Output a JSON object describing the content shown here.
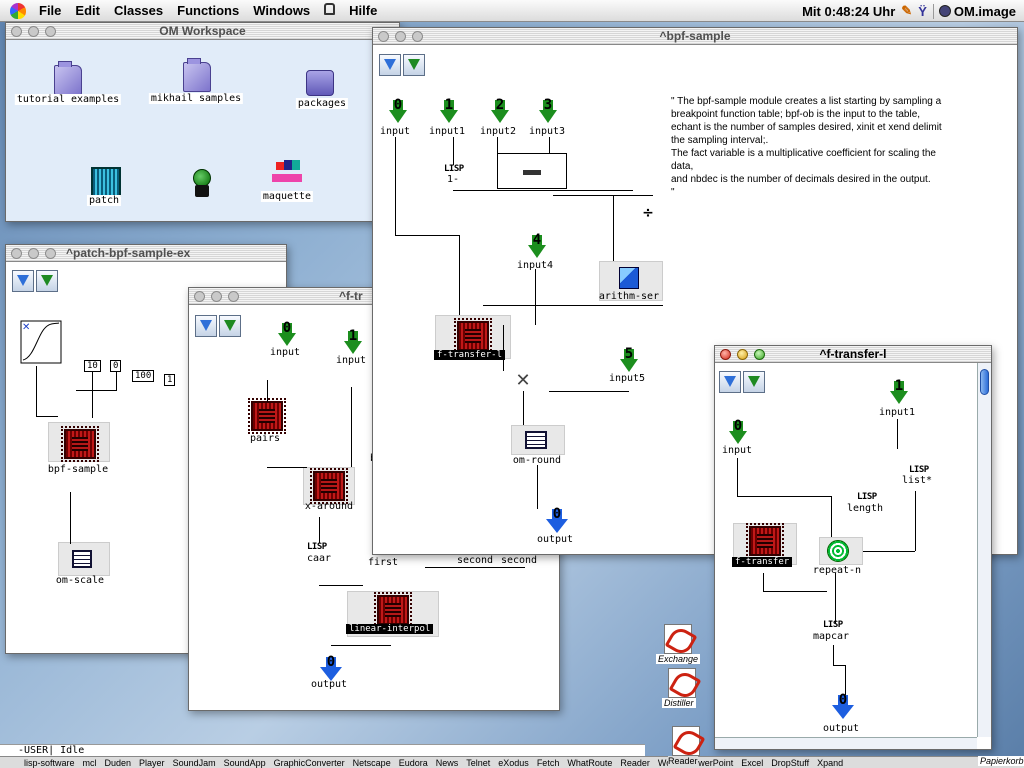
{
  "menubar": {
    "items": [
      "File",
      "Edit",
      "Classes",
      "Functions",
      "Windows",
      "Hilfe"
    ],
    "clock": "Mit 0:48:24 Uhr",
    "app_name": "OM.image"
  },
  "workspace": {
    "title": "OM Workspace",
    "icons": [
      {
        "label": "tutorial examples"
      },
      {
        "label": "mikhail samples"
      },
      {
        "label": "packages"
      },
      {
        "label": "patch"
      },
      {
        "label": "maquette"
      }
    ]
  },
  "patch_bpf": {
    "title": "^patch-bpf-sample-ex",
    "numboxes": [
      "10",
      "0",
      "100",
      "1"
    ],
    "bpf_label": "bpf-sample",
    "scale_label": "om-scale"
  },
  "ftr_mid": {
    "title": "^f-tr",
    "inputs": [
      {
        "num": "0",
        "label": "input"
      },
      {
        "num": "1",
        "label": "input"
      }
    ],
    "pairs": "pairs",
    "x_around": "x-around",
    "caar": "caar",
    "first": "first",
    "second1": "second",
    "second2": "second",
    "linear_interpol": "linear-interpol",
    "out_num": "0",
    "output": "output",
    "stray_b": "b"
  },
  "bpf_sample": {
    "title": "^bpf-sample",
    "inputs": [
      {
        "num": "0",
        "label": "input"
      },
      {
        "num": "1",
        "label": "input1"
      },
      {
        "num": "2",
        "label": "input2"
      },
      {
        "num": "3",
        "label": "input3"
      }
    ],
    "input4": {
      "num": "4",
      "label": "input4"
    },
    "input5": {
      "num": "5",
      "label": "input5"
    },
    "lisp_minus": "1-",
    "arithm": "arithm-ser",
    "ftransfer": "f-transfer-l",
    "om_round": "om-round",
    "out_num": "0",
    "output": "output",
    "doc": "\" The bpf-sample module creates a list starting by sampling a\nbreakpoint function table; bpf-ob is the input to the table,\nechant is the number of samples desired, xinit et xend delimit\n the sampling interval;.\nThe fact  variable is a multiplicative coefficient for scaling the\ndata,\nand nbdec  is the number of decimals desired in the output.\n \""
  },
  "ftr_right": {
    "title": "^f-transfer-l",
    "input0": {
      "num": "0",
      "label": "input"
    },
    "input1": {
      "num": "1",
      "label": "input1"
    },
    "list_star": "list*",
    "length": "length",
    "ftransfer": "f-transfer",
    "repeat_n": "repeat-n",
    "mapcar": "mapcar",
    "out_num": "0",
    "output": "output"
  },
  "lisp_word": "LISP",
  "status": {
    "text": "-USER|  Idle"
  },
  "desktop": {
    "exchange": "Exchange",
    "distiller": "Distiller",
    "reader": "Reader",
    "papierkorb": "Papierkorb"
  },
  "dock": [
    "lisp-software",
    "mcl",
    "Duden",
    "Player",
    "SoundJam",
    "SoundApp",
    "GraphicConverter",
    "Netscape",
    "Eudora",
    "News",
    "Telnet",
    "eXodus",
    "Fetch",
    "WhatRoute",
    "Reader",
    "Word",
    "PowerPoint",
    "Excel",
    "DropStuff",
    "Xpand"
  ]
}
